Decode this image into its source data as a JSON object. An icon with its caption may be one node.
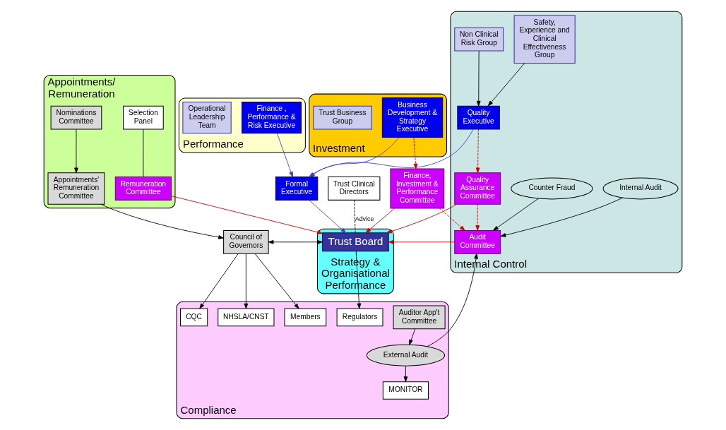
{
  "diagram": {
    "nodes": [
      {
        "text": [
          "Appointments/ Remuneration"
        ]
      },
      {
        "text": [
          "Selection Panel"
        ],
        "in": 0
      },
      {
        "text": [
          "Remuneration Committee"
        ],
        "in": 0
      },
      {
        "text": [
          "Nominations Committee"
        ],
        "in": 0
      },
      {
        "text": [
          "Appointments' Remuneration Committee"
        ],
        "in": 0
      },
      {
        "text": [
          "Strategy & Organisational Performance"
        ]
      },
      {
        "text": [
          "Trust Board"
        ],
        "in": 5
      },
      {
        "text": [
          "Council of Governors"
        ]
      },
      {
        "text": [
          "Trust Clinical Directors"
        ]
      },
      {
        "text": [
          "Investment"
        ]
      },
      {
        "text": [
          "Finance, Investment & Performance Committee"
        ]
      },
      {
        "text": [
          "Business Development & Strategy Executive"
        ],
        "in": 9
      },
      {
        "text": [
          "Trust Business Group"
        ],
        "in": 9
      },
      {
        "text": [
          "Performance"
        ]
      },
      {
        "text": [
          "Finance , Performance & Risk Executive"
        ],
        "in": 13
      },
      {
        "text": [
          "Operational Leadership Team"
        ],
        "in": 13
      },
      {
        "text": [
          "Formal Executive"
        ]
      },
      {
        "text": [
          "Internal Control"
        ]
      },
      {
        "text": [
          "Quality Assurance Committee"
        ],
        "in": 17
      },
      {
        "text": [
          "Audit Committee"
        ],
        "in": 17
      },
      {
        "text": [
          "Internal Audit"
        ],
        "in": 17
      },
      {
        "text": [
          "Counter Fraud"
        ],
        "in": 17
      },
      {
        "text": [
          "Quality Executive"
        ],
        "in": 17
      },
      {
        "text": [
          "Safety, Experience and Clinical Effectiveness Group"
        ],
        "in": 17
      },
      {
        "text": [
          "Non Clinical Risk Group"
        ],
        "in": 17
      },
      {
        "text": [
          "Compliance"
        ]
      },
      {
        "text": [
          "Auditor App't Committee"
        ],
        "in": 25
      },
      {
        "text": [
          "External Audit"
        ],
        "in": 25
      },
      {
        "text": [
          "Regulators"
        ],
        "in": 25
      },
      {
        "text": [
          "MONITOR"
        ],
        "in": 25
      },
      {
        "text": [
          "CQC"
        ],
        "in": 25
      },
      {
        "text": [
          "NHSLA/CNST"
        ],
        "in": 25
      },
      {
        "text": [
          "Members"
        ],
        "in": 25
      }
    ],
    "edges": [
      {
        "from": 1,
        "to": 2,
        "arrow": "none"
      },
      {
        "from": 2,
        "to": 6,
        "arrow": "to",
        "color": "#cc0000"
      },
      {
        "from": 3,
        "to": 4,
        "arrow": "to"
      },
      {
        "from": 4,
        "to": 7,
        "arrow": "to"
      },
      {
        "from": 6,
        "to": 7,
        "arrow": "both"
      },
      {
        "from": 8,
        "to": 6,
        "arrow": "none",
        "label": "Advice",
        "style": "dashed"
      },
      {
        "from": 6,
        "to": 28,
        "arrow": "to"
      },
      {
        "from": 7,
        "to": 30,
        "arrow": "to"
      },
      {
        "from": 7,
        "to": 31,
        "arrow": "to"
      },
      {
        "from": 7,
        "to": 32,
        "arrow": "to"
      },
      {
        "from": 26,
        "to": 27,
        "arrow": "to"
      },
      {
        "from": 27,
        "to": 29,
        "arrow": "to"
      },
      {
        "from": 27,
        "to": 19,
        "arrow": "to"
      },
      {
        "from": 10,
        "to": 6,
        "arrow": "to",
        "color": "#cc0000"
      },
      {
        "from": 18,
        "to": 6,
        "arrow": "to",
        "color": "#cc0000"
      },
      {
        "from": 19,
        "to": 6,
        "arrow": "to",
        "color": "#cc0000"
      },
      {
        "from": 16,
        "to": 6,
        "arrow": "to",
        "color": "#4040c0"
      },
      {
        "from": 11,
        "to": 16,
        "arrow": "to",
        "color": "#4040c0"
      },
      {
        "from": 14,
        "to": 16,
        "arrow": "to",
        "color": "#4040c0"
      },
      {
        "from": 22,
        "to": 16,
        "arrow": "to",
        "color": "#4040c0"
      },
      {
        "from": 10,
        "to": 19,
        "arrow": "to",
        "style": "dashed",
        "color": "#cc0000"
      },
      {
        "from": 22,
        "to": 18,
        "arrow": "to",
        "style": "dashed",
        "color": "#cc0000"
      },
      {
        "from": 18,
        "to": 19,
        "arrow": "to",
        "style": "dashed",
        "color": "#cc0000"
      },
      {
        "from": 11,
        "to": 10,
        "arrow": "to",
        "style": "dashed",
        "color": "#cc0000"
      },
      {
        "from": 20,
        "to": 19,
        "arrow": "to"
      },
      {
        "from": 21,
        "to": 19,
        "arrow": "to"
      },
      {
        "from": 23,
        "to": 22,
        "arrow": "to"
      },
      {
        "from": 24,
        "to": 22,
        "arrow": "to"
      }
    ]
  }
}
